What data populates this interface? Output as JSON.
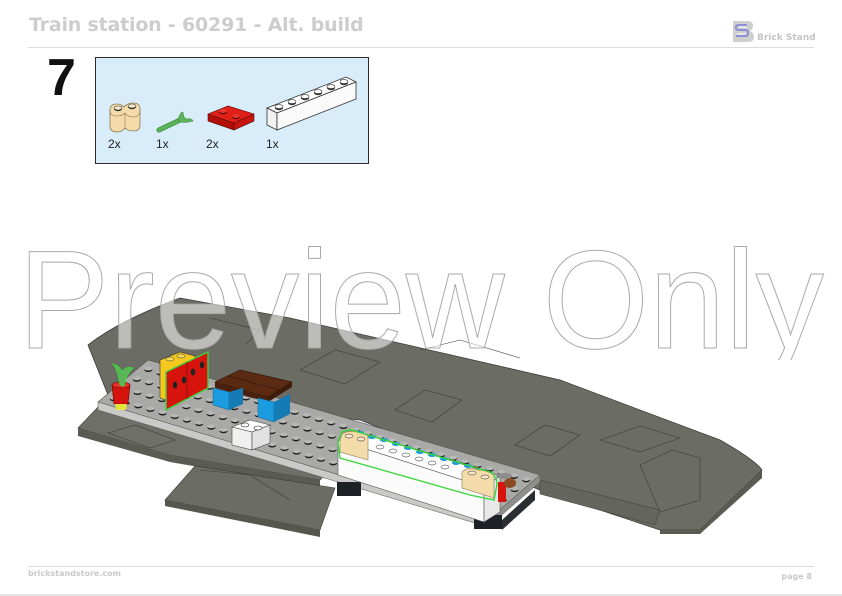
{
  "header": {
    "title": "Train station - 60291 - Alt. build",
    "brand_name": "Brick Stand",
    "brand_logo_icon": "brick-stand-logo-icon"
  },
  "step": {
    "number": "7",
    "parts": [
      {
        "name": "tan-1x2-palisade-brick",
        "color": "#f4dcaa",
        "qty": "2x"
      },
      {
        "name": "green-plant-stem",
        "color": "#5cb55a",
        "qty": "1x"
      },
      {
        "name": "red-2x2-plate",
        "color": "#d8140e",
        "qty": "2x"
      },
      {
        "name": "white-1x6-brick",
        "color": "#ffffff",
        "qty": "1x"
      }
    ],
    "parts_box_bg": "#d9ecf9"
  },
  "model": {
    "description": "Train station platform assembly",
    "colors": {
      "dark_grey": "#6b6c63",
      "light_grey": "#a8a9a7",
      "highlight": "#39d43a",
      "red": "#d6140d",
      "yellow": "#f4c81f",
      "blue": "#1b9be0",
      "brown": "#5b2a12",
      "tan": "#f4dcaa",
      "white": "#ffffff"
    }
  },
  "watermark": {
    "text": "Preview Only"
  },
  "footer": {
    "website": "brickstandstore.com",
    "page_label": "page 8"
  }
}
